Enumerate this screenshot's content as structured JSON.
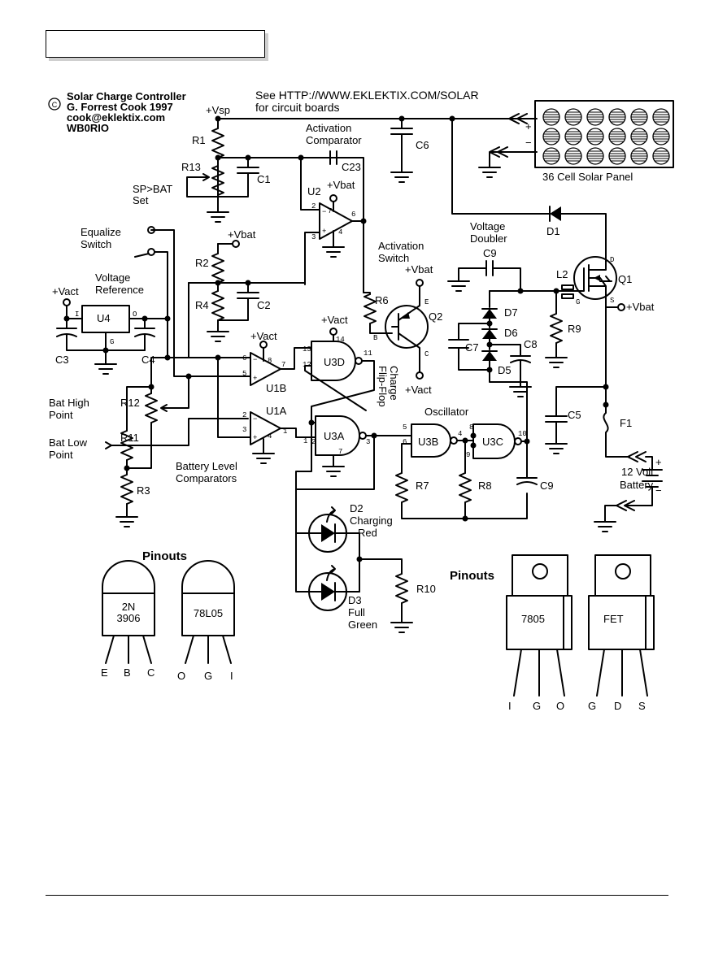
{
  "credits": {
    "title": "Solar Charge Controller",
    "author": "G. Forrest Cook 1997",
    "email": "cook@eklektix.com",
    "callsign": "WB0RIO",
    "copyright_symbol": "C"
  },
  "web": {
    "line1": "See HTTP://WWW.EKLEKTIX.COM/SOLAR",
    "line2": "for circuit boards"
  },
  "rails": {
    "vsp": "+Vsp",
    "vbat": "+Vbat",
    "vact": "+Vact"
  },
  "blocks": {
    "activation_comparator": [
      "Activation",
      "Comparator"
    ],
    "sp_bat_set": [
      "SP>BAT",
      "Set"
    ],
    "equalize_switch": [
      "Equalize",
      "Switch"
    ],
    "voltage_reference": [
      "Voltage",
      "Reference"
    ],
    "activation_switch": [
      "Activation",
      "Switch"
    ],
    "voltage_doubler": [
      "Voltage",
      "Doubler"
    ],
    "solar_panel": "36 Cell Solar Panel",
    "charge_flip_flop": [
      "Charge",
      "Flip-Flop"
    ],
    "oscillator": "Oscillator",
    "battery_level_comparators": [
      "Battery Level",
      "Comparators"
    ],
    "bat_high_point": [
      "Bat High",
      "Point"
    ],
    "bat_low_point": [
      "Bat Low",
      "Point"
    ],
    "battery": [
      "12 Volt",
      "Battery"
    ],
    "d2_desc": [
      "Charging",
      "Red"
    ],
    "d3_desc": [
      "Full",
      "Green"
    ]
  },
  "components": {
    "R1": "R1",
    "R2": "R2",
    "R3": "R3",
    "R4": "R4",
    "R6": "R6",
    "R7": "R7",
    "R8": "R8",
    "R9": "R9",
    "R10": "R10",
    "R11": "R11",
    "R12": "R12",
    "R13": "R13",
    "C1": "C1",
    "C2": "C2",
    "C3": "C3",
    "C4": "C4",
    "C5": "C5",
    "C6": "C6",
    "C7": "C7",
    "C8": "C8",
    "C9": "C9",
    "C23": "C23",
    "D1": "D1",
    "D2": "D2",
    "D3": "D3",
    "D5": "D5",
    "D6": "D6",
    "D7": "D7",
    "U1A": "U1A",
    "U1B": "U1B",
    "U2": "U2",
    "U3A": "U3A",
    "U3B": "U3B",
    "U3C": "U3C",
    "U3D": "U3D",
    "U4": "U4",
    "Q1": "Q1",
    "Q2": "Q2",
    "L2": "L2",
    "F1": "F1"
  },
  "pins": {
    "u2": [
      "2",
      "3",
      "7",
      "4",
      "6"
    ],
    "u1b": [
      "6",
      "5",
      "8",
      "7"
    ],
    "u1a": [
      "2",
      "3",
      "4",
      "1"
    ],
    "u3d": [
      "13",
      "12",
      "14",
      "11"
    ],
    "u3a": [
      "2",
      "1",
      "7",
      "3"
    ],
    "u3b": [
      "5",
      "6",
      "4"
    ],
    "u3c": [
      "8",
      "9",
      "10"
    ],
    "u4": [
      "I",
      "O",
      "G"
    ],
    "q2": [
      "E",
      "B",
      "C"
    ],
    "q1": [
      "D",
      "G",
      "S"
    ],
    "polarity": [
      "+",
      "−"
    ],
    "opamp_signs": [
      "−",
      "+"
    ]
  },
  "pinouts": {
    "title_left": "Pinouts",
    "title_right": "Pinouts",
    "packages": [
      {
        "name": [
          "2N",
          "3906"
        ],
        "leads": [
          "E",
          "B",
          "C"
        ]
      },
      {
        "name": [
          "78L05"
        ],
        "leads": [
          "O",
          "G",
          "I"
        ]
      },
      {
        "name": [
          "7805"
        ],
        "leads": [
          "I",
          "G",
          "O"
        ]
      },
      {
        "name": [
          "FET"
        ],
        "leads": [
          "G",
          "D",
          "S"
        ]
      }
    ]
  }
}
